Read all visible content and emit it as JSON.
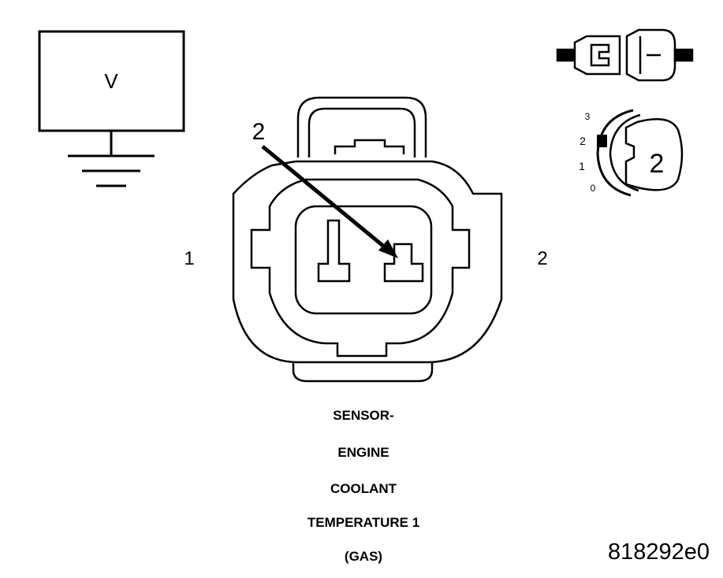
{
  "voltmeter": {
    "symbol": "V"
  },
  "probe": {
    "pin_callout": "2"
  },
  "pin_labels": {
    "left": "1",
    "right": "2"
  },
  "rotary_selector": {
    "positions": [
      "3",
      "2",
      "1",
      "0"
    ],
    "selected_position": "2",
    "knob_value": "2"
  },
  "caption": {
    "lines": [
      "SENSOR-",
      "ENGINE",
      "COOLANT",
      "TEMPERATURE 1",
      "(GAS)"
    ]
  },
  "figure_id": "818292e0",
  "colors": {
    "ink": "#000000",
    "background": "#ffffff"
  }
}
